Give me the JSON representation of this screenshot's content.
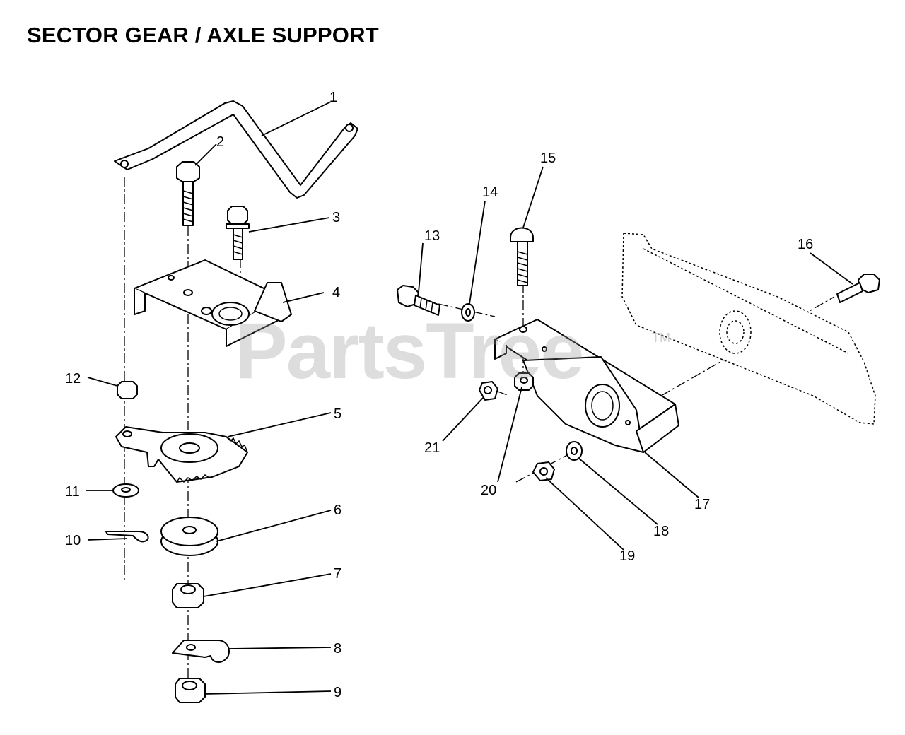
{
  "title": "SECTOR GEAR / AXLE SUPPORT",
  "watermark": {
    "text": "PartsTree",
    "tm": "TM"
  },
  "callouts": [
    "1",
    "2",
    "3",
    "4",
    "5",
    "6",
    "7",
    "8",
    "9",
    "10",
    "11",
    "12",
    "13",
    "14",
    "15",
    "16",
    "17",
    "18",
    "19",
    "20",
    "21"
  ],
  "colors": {
    "ink": "#000000",
    "background": "#ffffff",
    "watermark": "#969696"
  }
}
